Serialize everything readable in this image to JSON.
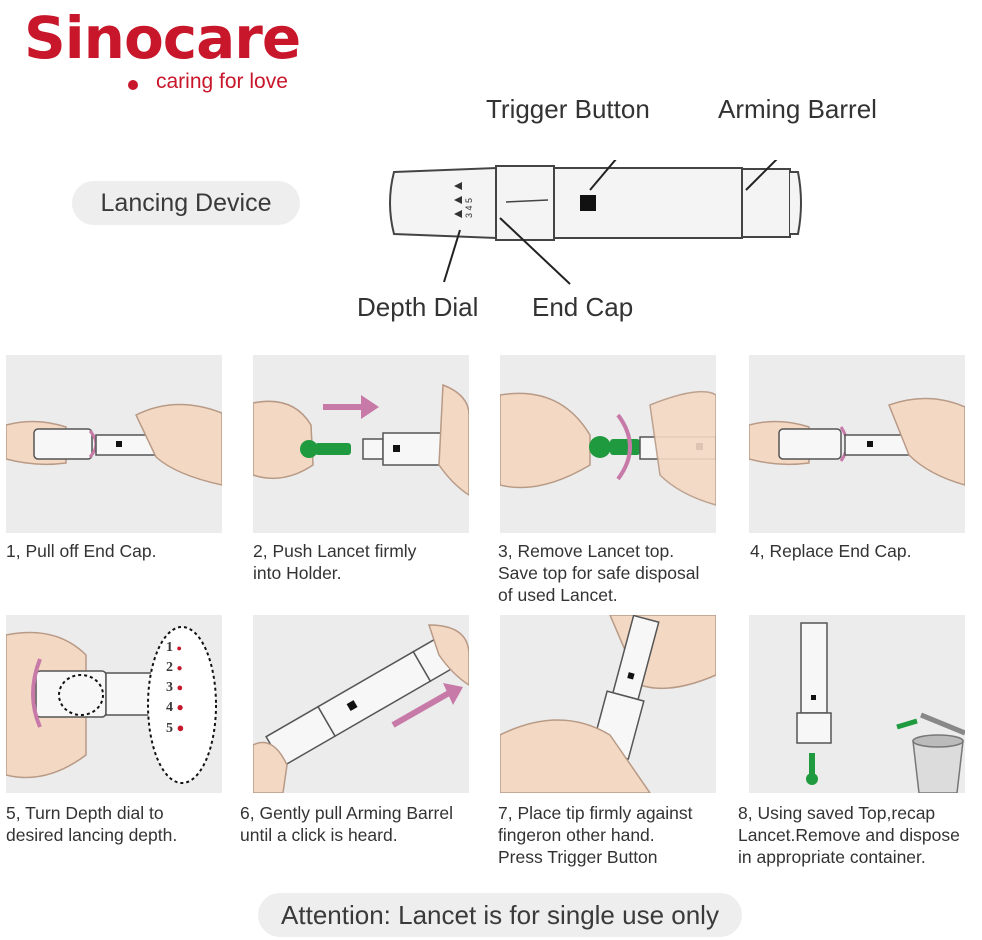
{
  "brand": {
    "name": "Sinocare",
    "tagline": "caring for love",
    "color": "#c8162a"
  },
  "device_label": "Lancing Device",
  "callouts": {
    "trigger": "Trigger Button",
    "arming": "Arming Barrel",
    "depth": "Depth Dial",
    "endcap": "End Cap"
  },
  "dial_numbers": "3 4 5",
  "steps": [
    {
      "caption": "1, Pull off End Cap."
    },
    {
      "caption": "2, Push Lancet firmly\ninto Holder."
    },
    {
      "caption": "3, Remove Lancet top.\nSave top for safe disposal\nof used Lancet."
    },
    {
      "caption": "4, Replace End Cap."
    },
    {
      "caption": "5, Turn Depth dial to\ndesired lancing depth."
    },
    {
      "caption": "6, Gently pull Arming Barrel\nuntil a click is heard."
    },
    {
      "caption": "7, Place tip firmly against\nfingeron other hand.\nPress Trigger Button"
    },
    {
      "caption": "8, Using saved Top,recap\nLancet.Remove and dispose\nin appropriate container."
    }
  ],
  "depth_levels": [
    "1",
    "2",
    "3",
    "4",
    "5"
  ],
  "attention": "Attention: Lancet is for single use only",
  "colors": {
    "panel": "#ececec",
    "lancet": "#1f9a3e",
    "arrow": "#c77aa8",
    "blood": "#c8162a"
  }
}
